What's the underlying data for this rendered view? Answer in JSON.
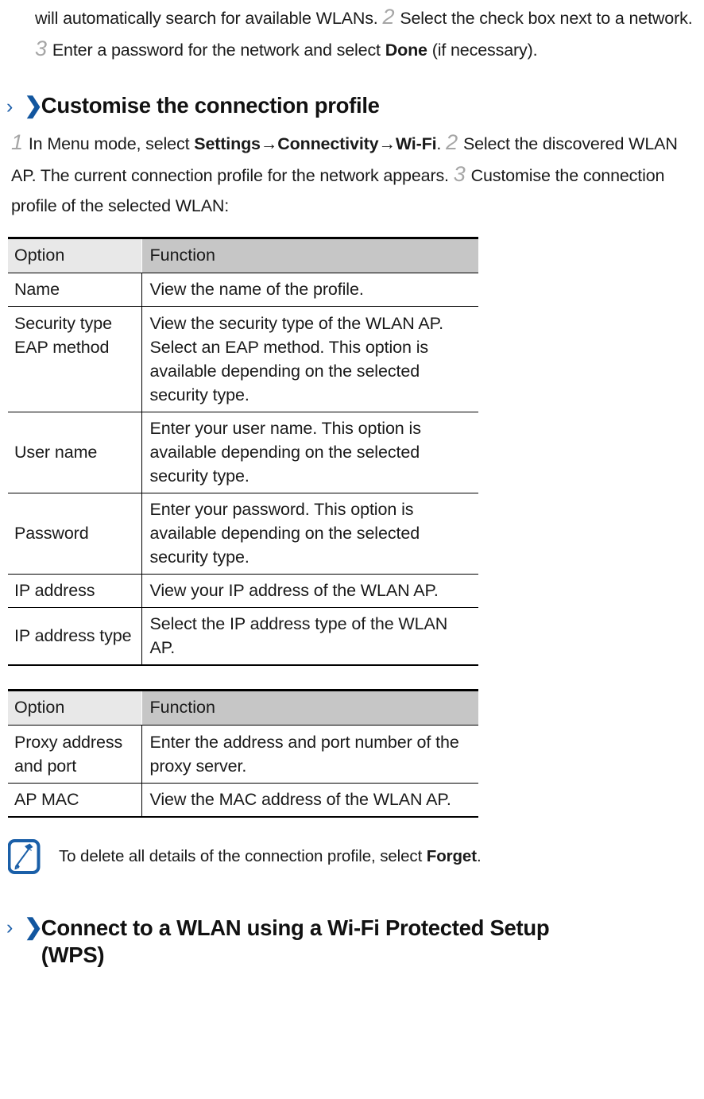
{
  "colors": {
    "accent_blue": "#12569f",
    "chevron_blue": "#1d5faa",
    "note_icon_blue": "#1a5fa8",
    "header_cell_light": "#e8e8e8",
    "header_cell_dark": "#c6c6c6",
    "text": "#1a1a1a",
    "step_number": "#a6a6a6"
  },
  "intro": {
    "line1_a": "will automatically search for available WLANs.",
    "step2": "2",
    "line1_b": "Select the check box next to a network.",
    "step3": "3",
    "line1_c": "Enter a password for the network and select",
    "bold_done": "Done",
    "line1_d": "(if necessary)."
  },
  "heading1": {
    "chevron_outer": "›",
    "chevron_inner": "❯",
    "text": "Customise the connection profile"
  },
  "steps_paragraph": {
    "step1": "1",
    "t1": "In Menu mode, select",
    "b1": "Settings",
    "arrow1": "→",
    "b2": "Connectivity",
    "arrow2": "→",
    "b3": "Wi-Fi",
    "t2": ".",
    "step2": "2",
    "t3": "Select the discovered WLAN AP. The current connection profile for the network appears.",
    "step3": "3",
    "t4": "Customise the connection profile of the selected WLAN:"
  },
  "table1": {
    "headers": [
      "Option",
      "Function"
    ],
    "rows": [
      {
        "option": "Name",
        "function": "View the name of the profile.",
        "align": "middle"
      },
      {
        "option": "Security type EAP method",
        "function": "View the security type of the WLAN AP. Select an EAP method. This option is available depending on the selected security type.",
        "align": "top"
      },
      {
        "option": "User name",
        "function": "Enter your user name. This option is available depending on the selected security type.",
        "align": "middle"
      },
      {
        "option": "Password",
        "function": "Enter your password. This option is available depending on the selected security type.",
        "align": "middle"
      },
      {
        "option": "IP address",
        "function": "View your IP address of the WLAN AP.",
        "align": "middle"
      },
      {
        "option": "IP address type",
        "function": "Select the IP address type of the WLAN AP.",
        "align": "middle"
      }
    ]
  },
  "table2": {
    "headers": [
      "Option",
      "Function"
    ],
    "rows": [
      {
        "option": "Proxy address and port",
        "function": "Enter the address and port number of the proxy server.",
        "align": "middle"
      },
      {
        "option": "AP MAC",
        "function": "View the MAC address of the WLAN AP.",
        "align": "middle"
      }
    ]
  },
  "note": {
    "icon": "note-pen-icon",
    "text_before": "To delete all details of the connection profile, select",
    "bold_term": "Forget",
    "text_after": "."
  },
  "heading2": {
    "chevron_outer": "›",
    "chevron_inner": "❯",
    "line1": "Connect to a WLAN using a Wi-Fi Protected Setup",
    "line2": "(WPS)"
  }
}
